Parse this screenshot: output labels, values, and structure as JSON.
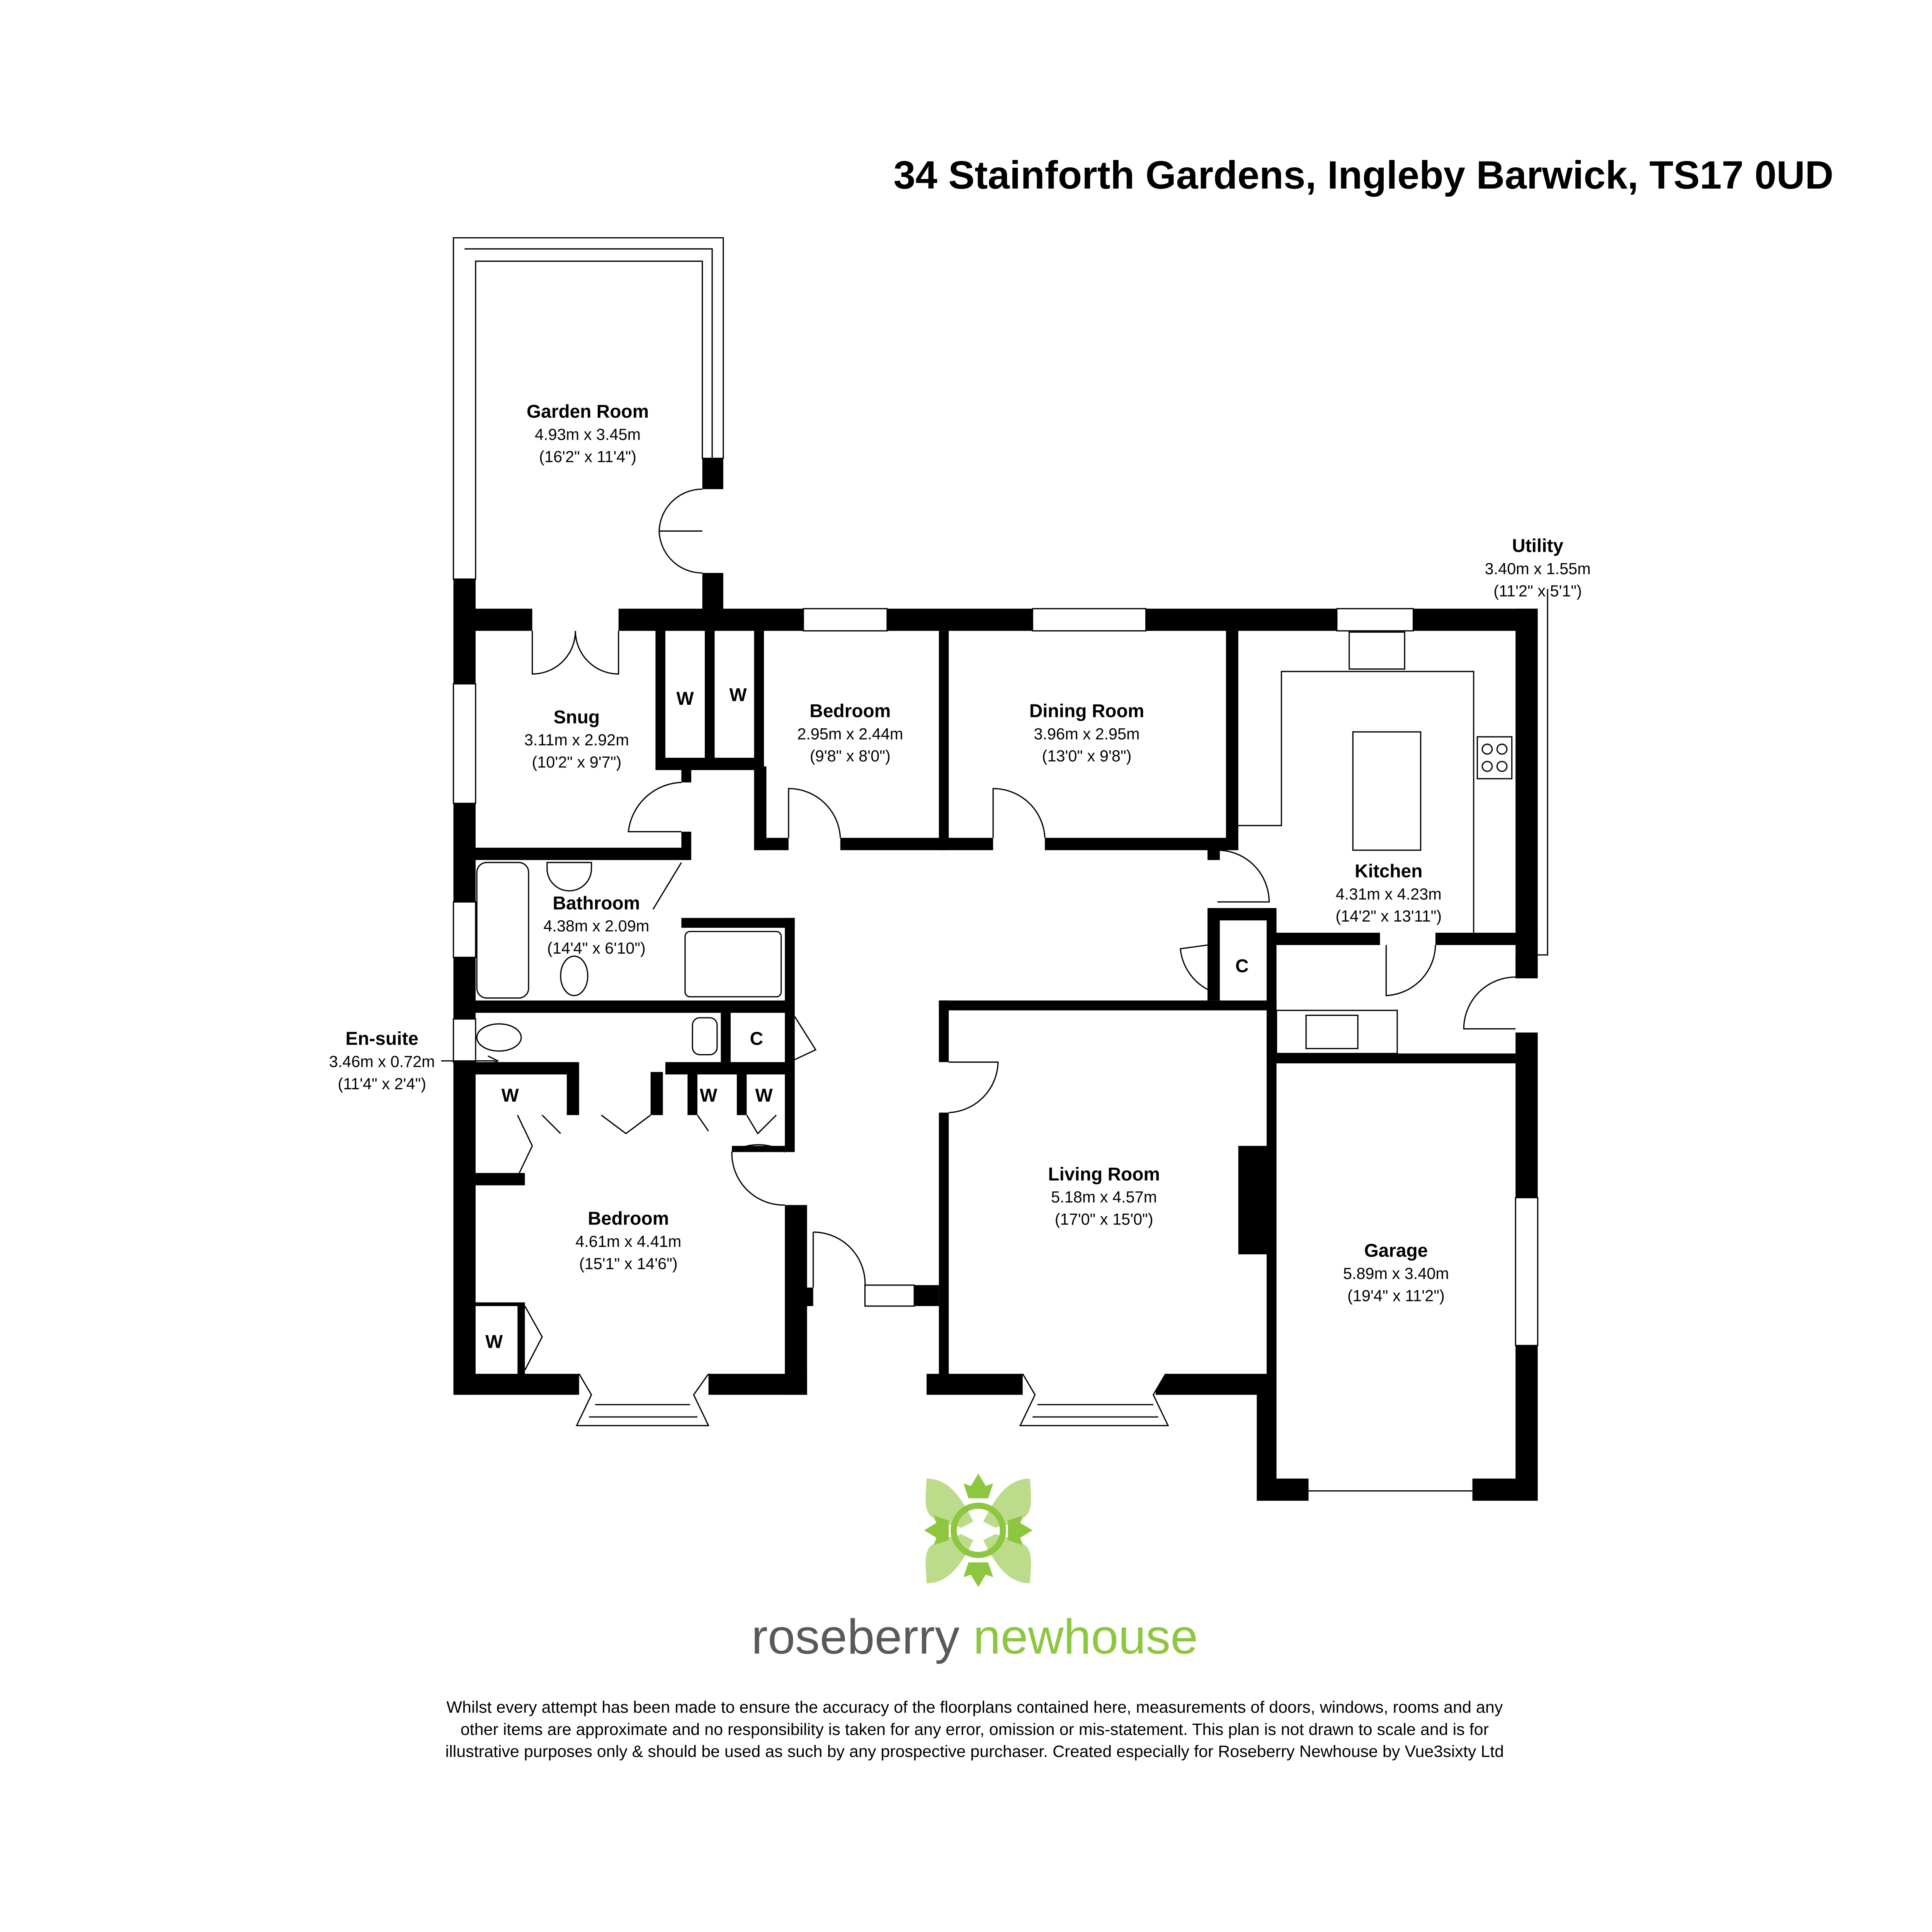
{
  "title": "34 Stainforth Gardens, Ingleby Barwick, TS17 0UD",
  "rooms": {
    "garden_room": {
      "name": "Garden Room",
      "metric": "4.93m x 3.45m",
      "imperial": "(16'2\" x 11'4\")"
    },
    "snug": {
      "name": "Snug",
      "metric": "3.11m x 2.92m",
      "imperial": "(10'2\" x 9'7\")"
    },
    "bedroom_small": {
      "name": "Bedroom",
      "metric": "2.95m x 2.44m",
      "imperial": "(9'8\" x 8'0\")"
    },
    "dining_room": {
      "name": "Dining Room",
      "metric": "3.96m x 2.95m",
      "imperial": "(13'0\" x 9'8\")"
    },
    "utility": {
      "name": "Utility",
      "metric": "3.40m x 1.55m",
      "imperial": "(11'2\" x 5'1\")"
    },
    "kitchen": {
      "name": "Kitchen",
      "metric": "4.31m x 4.23m",
      "imperial": "(14'2\" x 13'11\")"
    },
    "bathroom": {
      "name": "Bathroom",
      "metric": "4.38m x 2.09m",
      "imperial": "(14'4\" x 6'10\")"
    },
    "ensuite": {
      "name": "En-suite",
      "metric": "3.46m x 0.72m",
      "imperial": "(11'4\" x 2'4\")"
    },
    "bedroom_main": {
      "name": "Bedroom",
      "metric": "4.61m x 4.41m",
      "imperial": "(15'1\" x 14'6\")"
    },
    "living_room": {
      "name": "Living Room",
      "metric": "5.18m x 4.57m",
      "imperial": "(17'0\" x 15'0\")"
    },
    "garage": {
      "name": "Garage",
      "metric": "5.89m x 3.40m",
      "imperial": "(19'4\" x 11'2\")"
    }
  },
  "cupboards": {
    "wardrobe": "W",
    "cupboard": "C"
  },
  "logo": {
    "word1": "roseberry",
    "word2": "newhouse",
    "color_dark": "#8dc63f",
    "color_light": "#bcdc8c",
    "text_gray": "#58595b"
  },
  "disclaimer": [
    "Whilst every attempt has been made to ensure the accuracy of the floorplans contained here, measurements of doors, windows, rooms and any",
    "other items are approximate and no responsibility is taken for any error, omission or mis-statement. This plan is not drawn to scale and is for",
    "illustrative purposes only & should be used as such by any prospective purchaser. Created especially for Roseberry Newhouse by Vue3sixty Ltd"
  ]
}
